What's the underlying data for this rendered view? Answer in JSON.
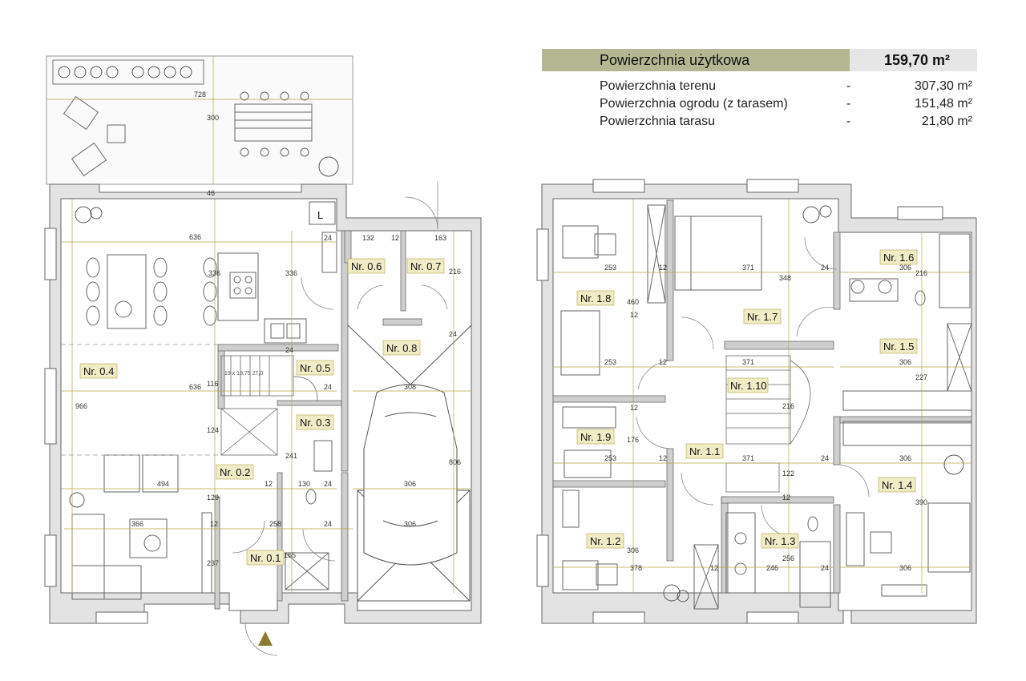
{
  "summary": {
    "title": "Powierzchnia użytkowa",
    "total": "159,70 m²",
    "rows": [
      {
        "label": "Powierzchnia terenu",
        "dash": "-",
        "value": "307,30 m²"
      },
      {
        "label": "Powierzchnia ogrodu (z tarasem)",
        "dash": "-",
        "value": "151,48 m²"
      },
      {
        "label": "Powierzchnia tarasu",
        "dash": "-",
        "value": "21,80 m²"
      }
    ]
  },
  "ground_floor": {
    "rooms": [
      "Nr. 0.1",
      "Nr. 0.2",
      "Nr. 0.3",
      "Nr. 0.4",
      "Nr. 0.5",
      "Nr. 0.6",
      "Nr. 0.7",
      "Nr. 0.8"
    ],
    "stairs_note": "19 x 18,75\n27,0",
    "fridge_label": "L",
    "dimensions": [
      "728",
      "300",
      "46",
      "636",
      "336",
      "336",
      "24",
      "132",
      "12",
      "163",
      "216",
      "24",
      "24",
      "636",
      "116",
      "24",
      "966",
      "124",
      "241",
      "806",
      "494",
      "129",
      "12",
      "130",
      "24",
      "12",
      "366",
      "258",
      "24",
      "306",
      "237",
      "165",
      "308",
      "306"
    ]
  },
  "upper_floor": {
    "rooms": [
      "Nr. 1.1",
      "Nr. 1.2",
      "Nr. 1.3",
      "Nr. 1.4",
      "Nr. 1.5",
      "Nr. 1.6",
      "Nr. 1.7",
      "Nr. 1.8",
      "Nr. 1.9",
      "Nr. 1.10"
    ],
    "dimensions": [
      "253",
      "12",
      "371",
      "348",
      "24",
      "306",
      "216",
      "460",
      "253",
      "12",
      "371",
      "306",
      "227",
      "12",
      "176",
      "253",
      "12",
      "371",
      "24",
      "306",
      "122",
      "12",
      "390",
      "306",
      "378",
      "12",
      "246",
      "256",
      "24",
      "306",
      "12",
      "216"
    ]
  },
  "colors": {
    "summary_header_bg": "#b3b892",
    "summary_value_bg": "#e6e6e6",
    "wall_fill": "#e3e3e3",
    "wall_stroke": "#666666",
    "dim_line": "#b5a54a",
    "room_label_bg": "#f0ecc6"
  }
}
